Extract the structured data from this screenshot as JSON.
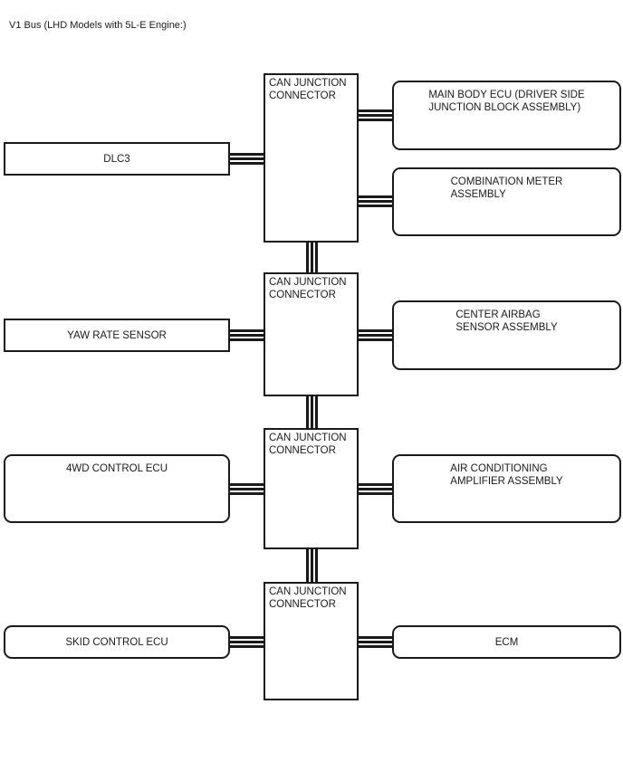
{
  "title": "V1 Bus (LHD Models with 5L-E Engine:)",
  "junction_label": {
    "line1": "CAN JUNCTION",
    "line2": "CONNECTOR"
  },
  "left_nodes": {
    "dlc3": {
      "label": "DLC3"
    },
    "yaw_rate_sensor": {
      "label": "YAW RATE SENSOR"
    },
    "four_wd_control_ecu": {
      "label": "4WD CONTROL ECU"
    },
    "skid_control_ecu": {
      "label": "SKID CONTROL ECU"
    }
  },
  "right_nodes": {
    "main_body_ecu": {
      "line1": "MAIN BODY ECU (DRIVER SIDE",
      "line2": "JUNCTION BLOCK ASSEMBLY)"
    },
    "combination_meter": {
      "line1": "COMBINATION METER",
      "line2": "ASSEMBLY"
    },
    "center_airbag": {
      "line1": "CENTER AIRBAG",
      "line2": "SENSOR ASSEMBLY"
    },
    "ac_amplifier": {
      "line1": "AIR CONDITIONING",
      "line2": "AMPLIFIER ASSEMBLY"
    },
    "ecm": {
      "label": "ECM"
    }
  },
  "colors": {
    "line": "#1a1a1a",
    "background": "#ffffff",
    "text": "#1a1a1a"
  }
}
